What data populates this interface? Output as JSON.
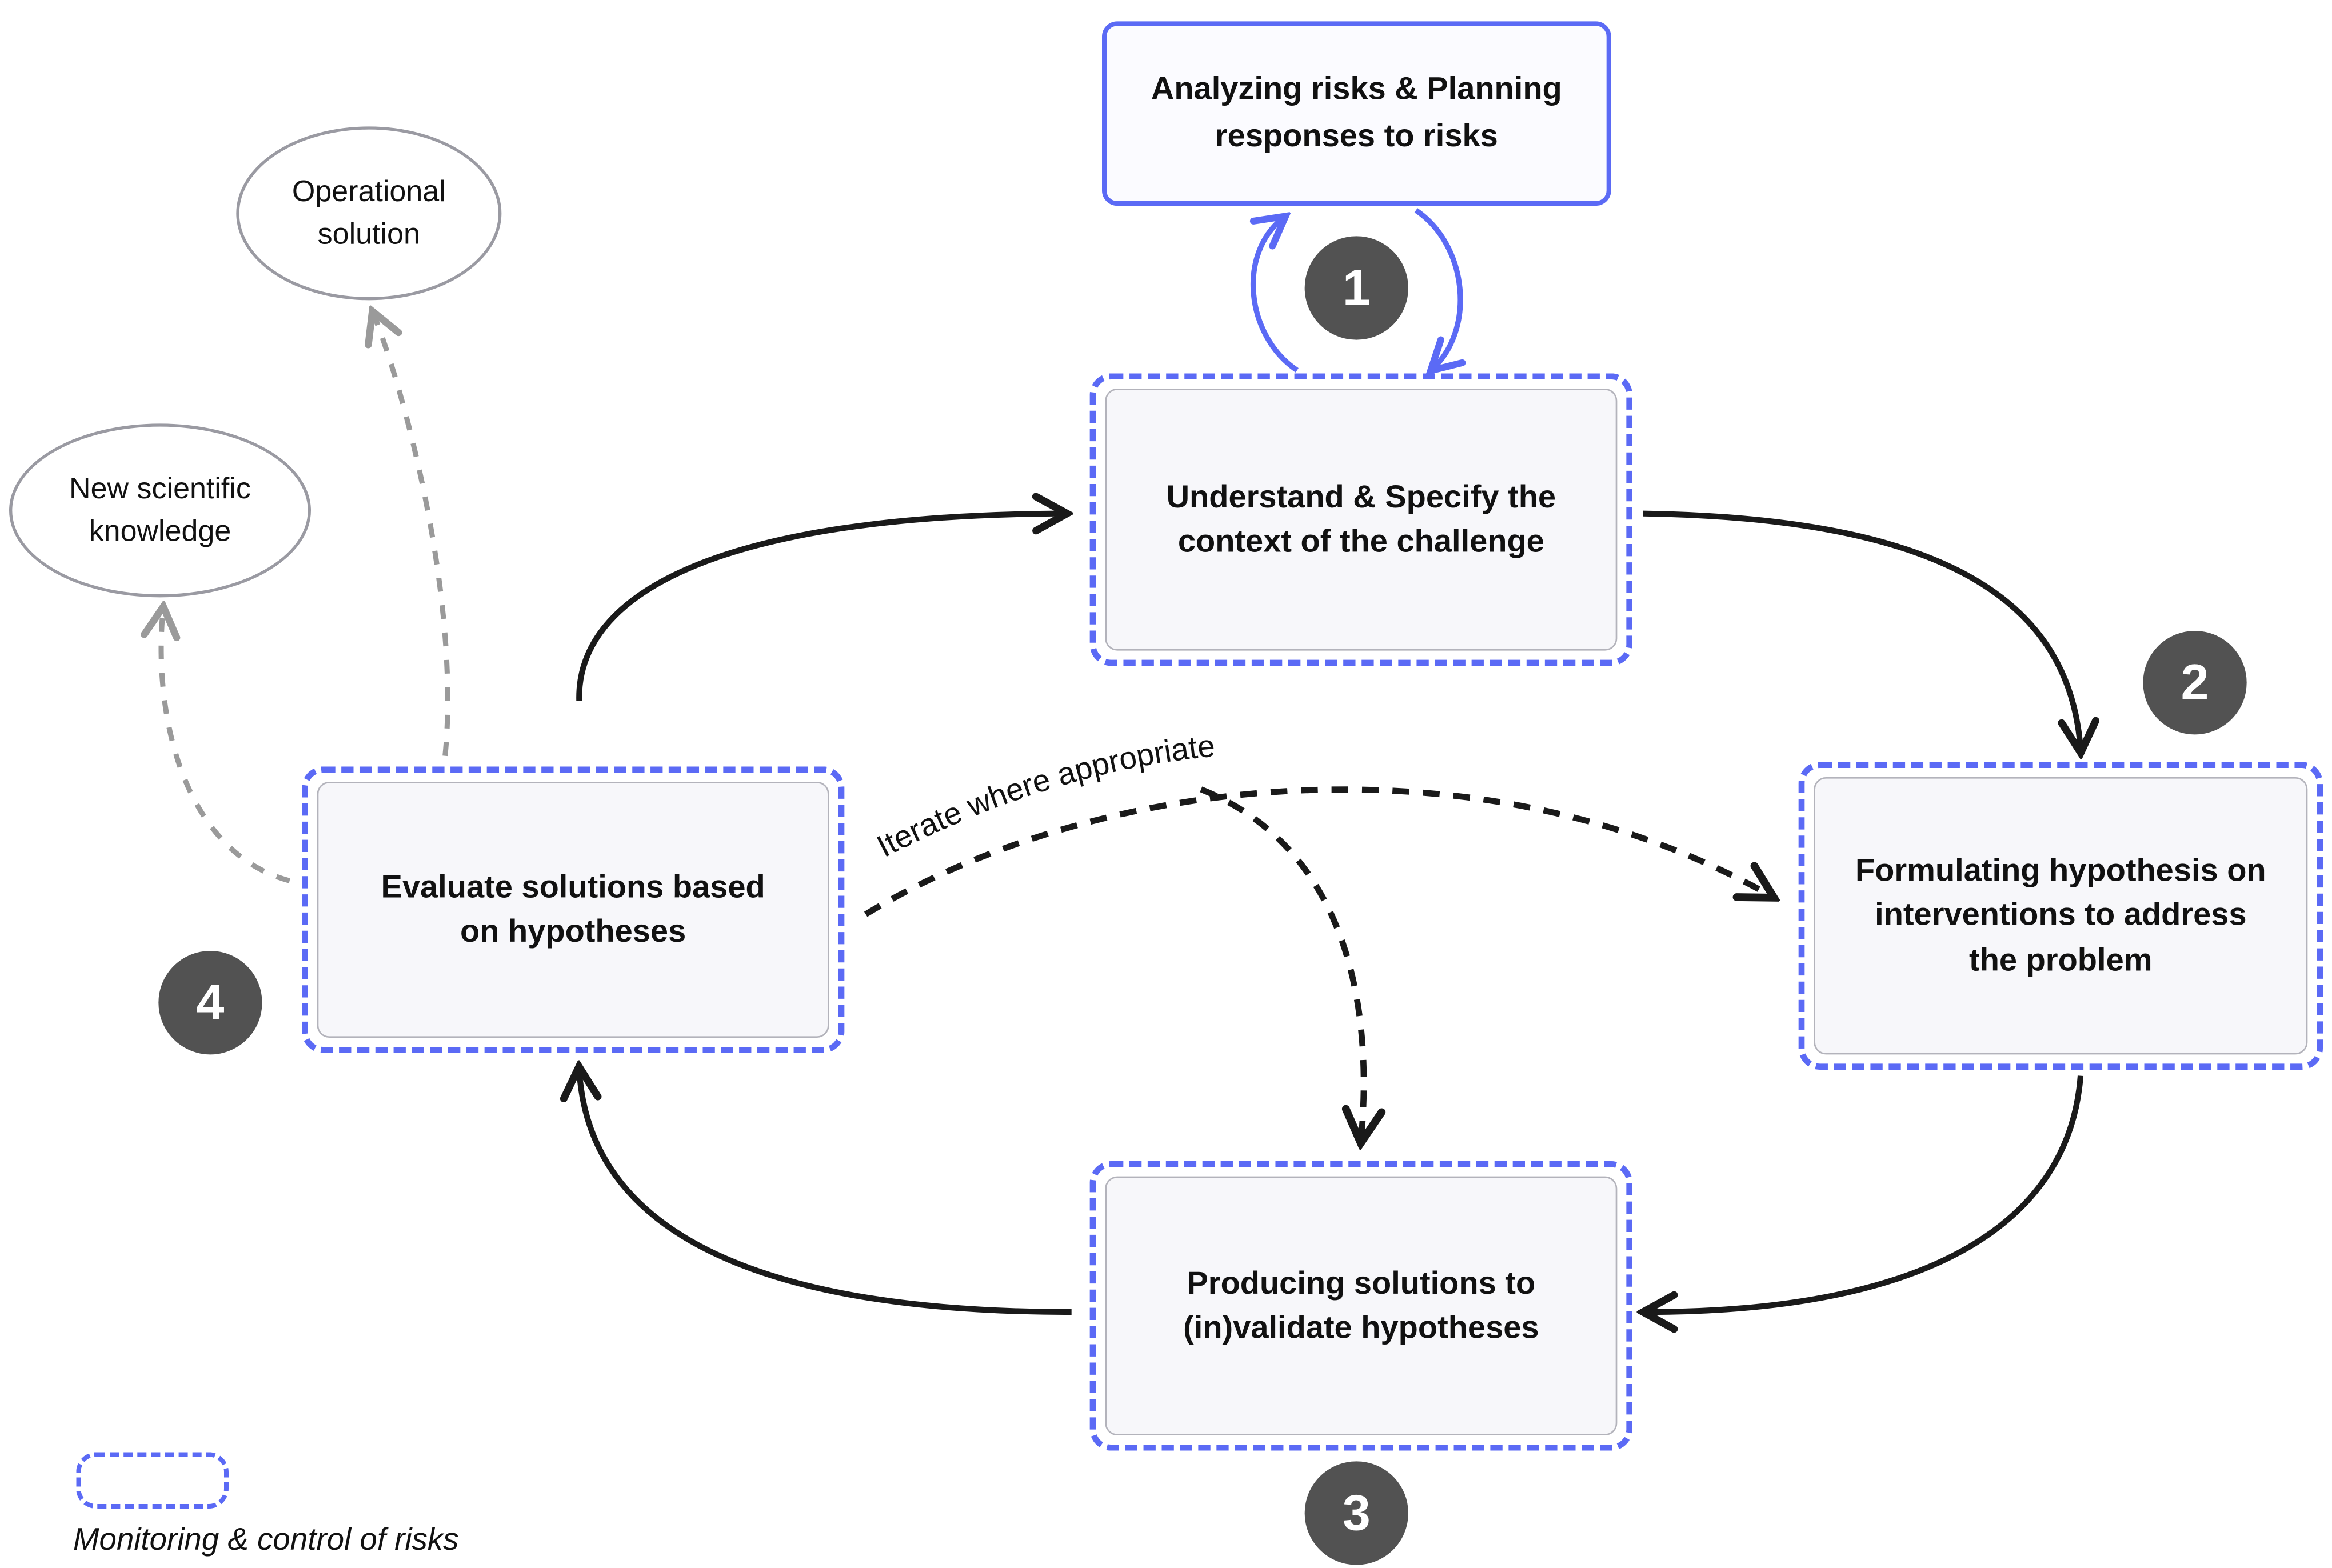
{
  "diagram": {
    "risk_box": {
      "label": "Analyzing risks & Planning\nresponses to risks"
    },
    "steps": [
      {
        "number": "1",
        "label": "Understand & Specify the\ncontext of the challenge"
      },
      {
        "number": "2",
        "label": "Formulating hypothesis on\ninterventions to address\nthe problem"
      },
      {
        "number": "3",
        "label": "Producing solutions to\n(in)validate hypotheses"
      },
      {
        "number": "4",
        "label": "Evaluate solutions based\non hypotheses"
      }
    ],
    "outputs": [
      {
        "label": "Operational\nsolution"
      },
      {
        "label": "New scientific\nknowledge"
      }
    ],
    "iterate_label": "Iterate where appropriate",
    "legend": {
      "label": "Monitoring & control of risks"
    },
    "colors": {
      "accent_blue": "#5b6af5",
      "badge_gray": "#525252",
      "arrow_black": "#1a1a1a",
      "arrow_gray": "#9a9a9a",
      "box_fill": "#f7f7fa"
    }
  }
}
